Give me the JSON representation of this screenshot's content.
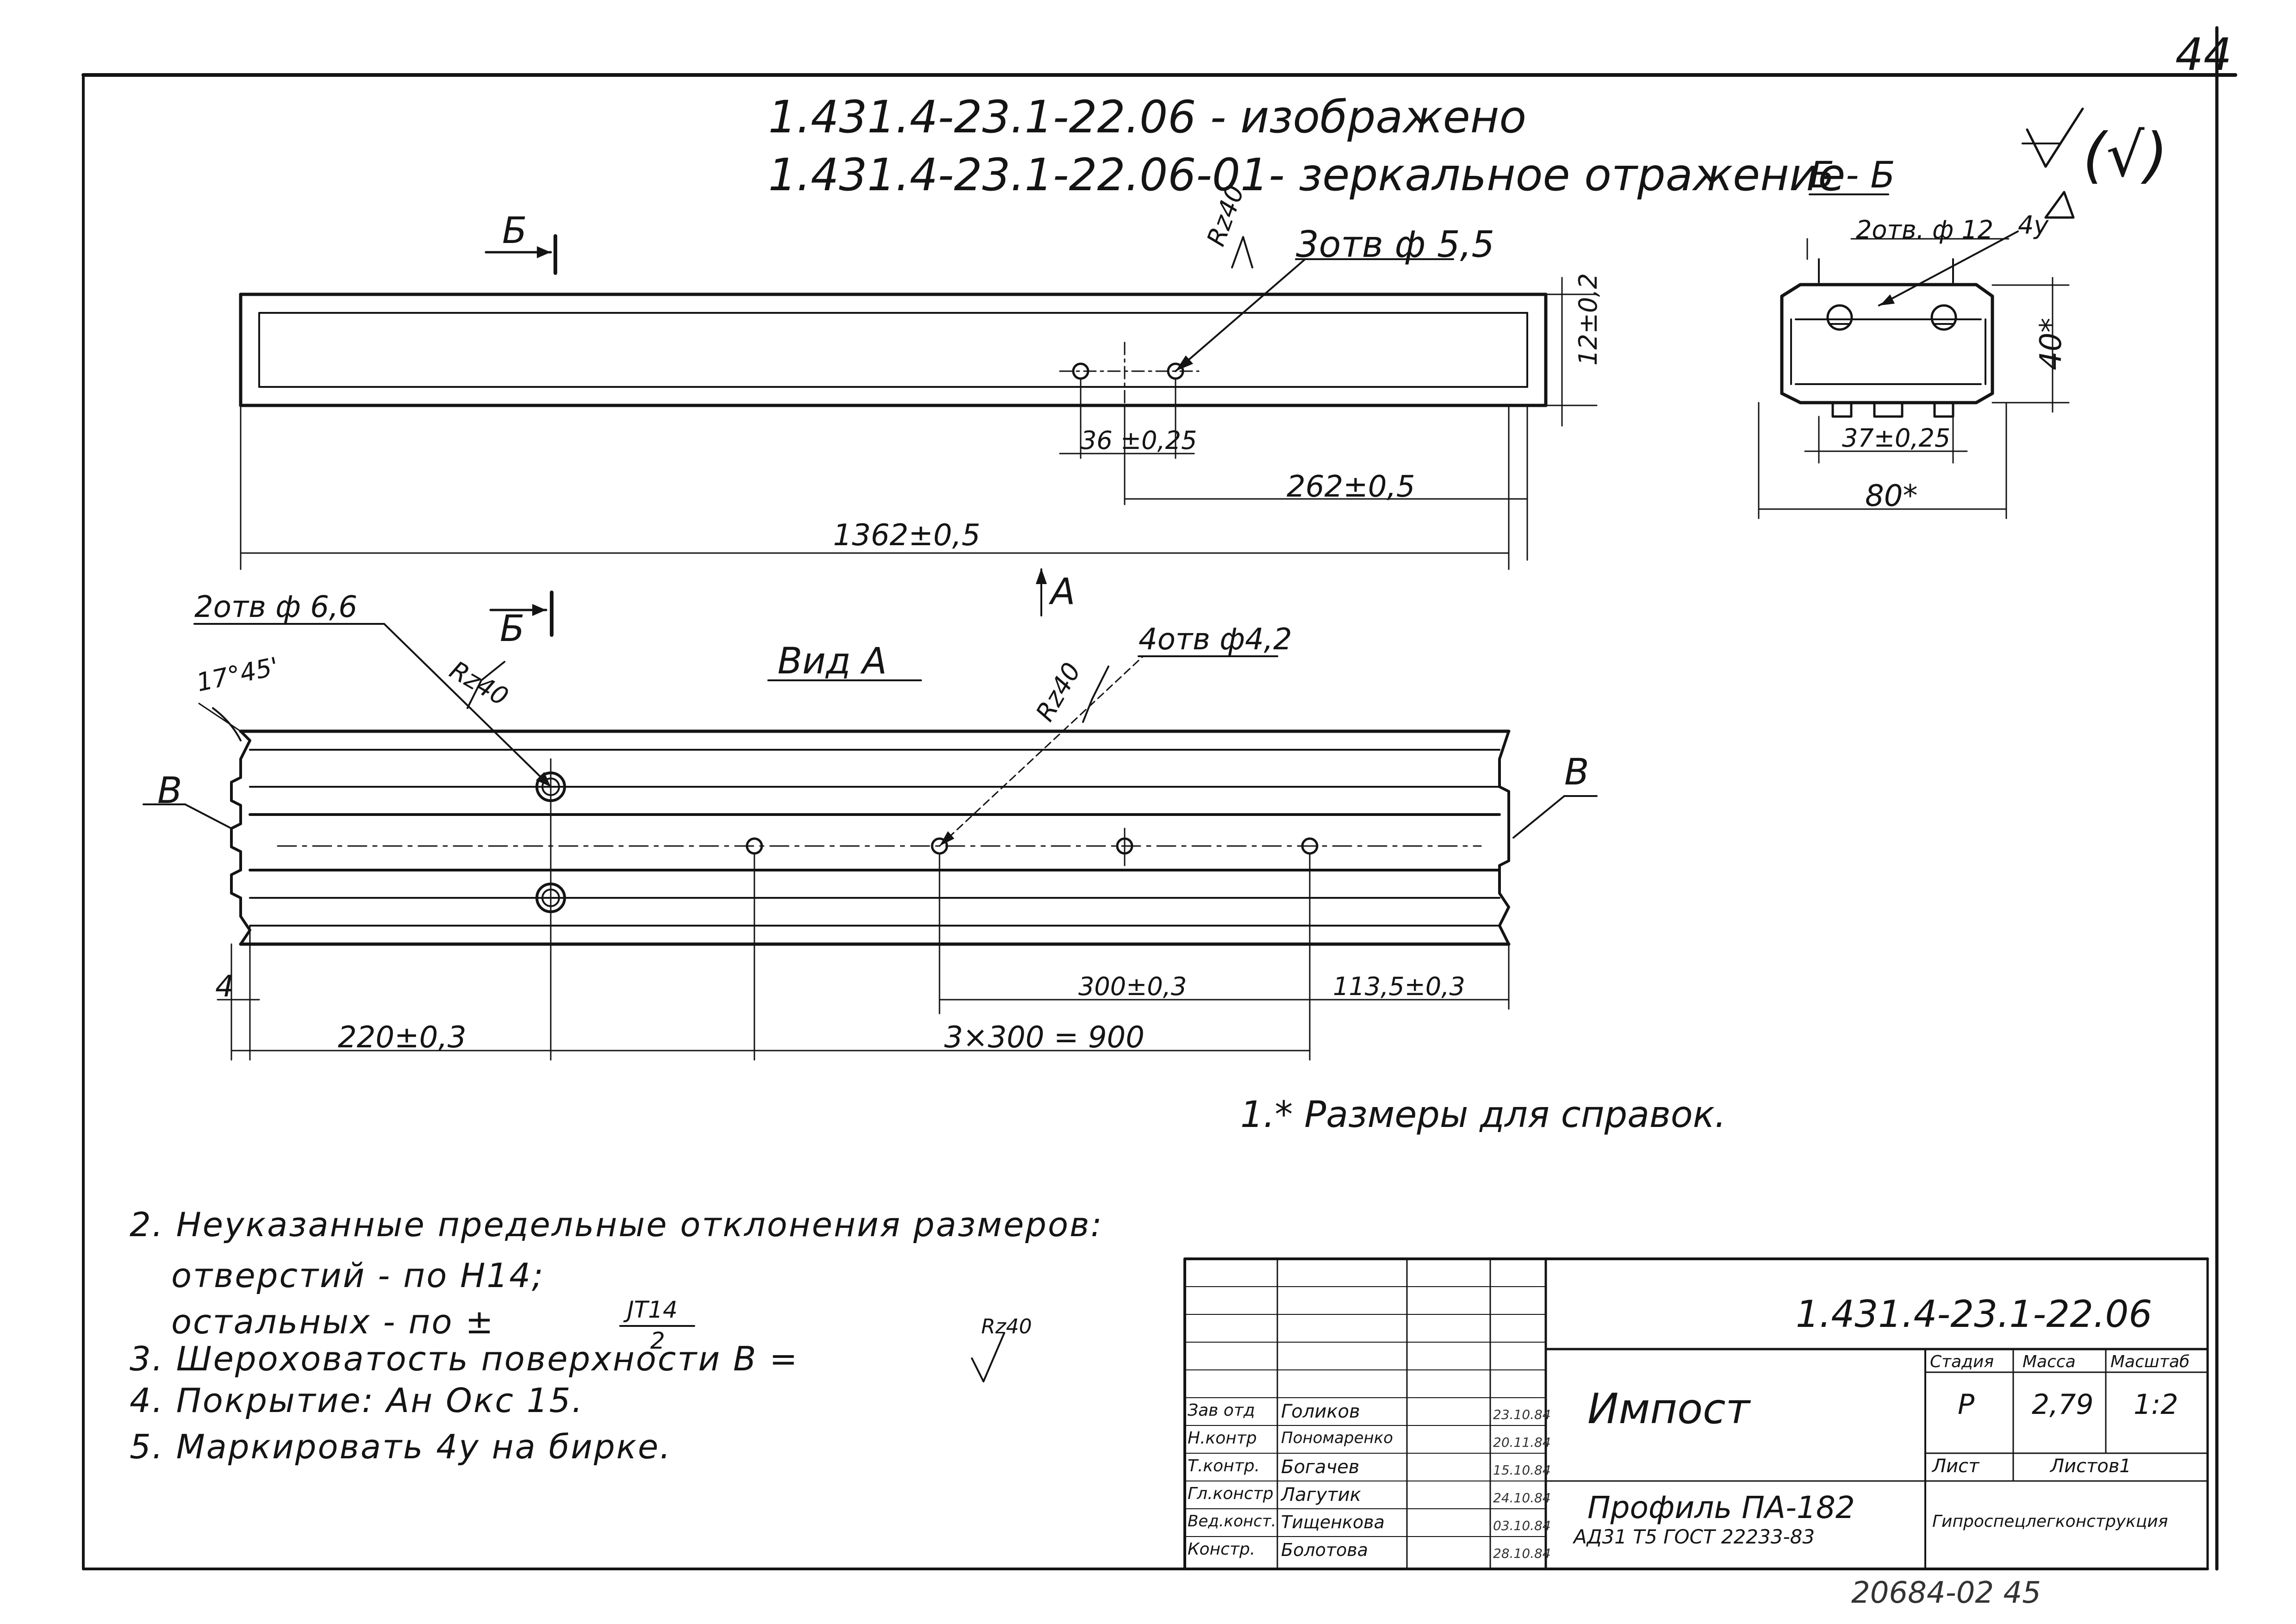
{
  "sheet": {
    "number": "44",
    "footer_code": "20684-02  45"
  },
  "header": {
    "line1": "1.431.4-23.1-22.06 - изображено",
    "line2": "1.431.4-23.1-22.06-01- зеркальное отражение"
  },
  "top_view": {
    "section_mark": "Б",
    "roughness": "Rz40",
    "holes": "3отв ф 5,5",
    "dim_height": "12±0,2",
    "dim_spacing": "36 ±0,25",
    "dim_end": "262±0,5",
    "dim_total": "1362±0,5",
    "view_arrow": "А"
  },
  "section_view": {
    "title": "Б - Б",
    "holes": "2отв. ф 12",
    "mark": "4у",
    "dim_height": "40*",
    "dim_inner": "37±0,25",
    "dim_width": "80*",
    "roughness_symbol": "(√)"
  },
  "view_a": {
    "title": "Вид А",
    "section_mark": "Б",
    "holes_large": "2отв ф 6,6",
    "holes_small": "4отв ф4,2",
    "angle": "17°45'",
    "roughness_left": "Rz40",
    "roughness_right": "Rz40",
    "edge_left": "В",
    "edge_right": "В",
    "dim_edge": "4",
    "dim_start": "220±0,3",
    "dim_pitch": "300±0,3",
    "dim_end": "113,5±0,3",
    "dim_series": "3×300 = 900"
  },
  "notes": {
    "n1": "1.* Размеры для справок.",
    "n2": "2. Неуказанные предельные отклонения размеров:",
    "n2a": "отверстий - по Н14;",
    "n2b_prefix": "остальных - по ±",
    "n2b_num": "JT14",
    "n2b_den": "2",
    "n3": "3. Шероховатость поверхности В =",
    "n3_symbol": "Rz40",
    "n4": "4. Покрытие: Ан Окс 15.",
    "n5": "5. Маркировать 4у на бирке."
  },
  "title_block": {
    "doc_code": "1.431.4-23.1-22.06",
    "name": "Импост",
    "profile": "Профиль ПА-182",
    "material": "АД31 Т5 ГОСТ 22233-83",
    "stage_label": "Стадия",
    "mass_label": "Масса",
    "scale_label": "Масштаб",
    "stage": "Р",
    "mass": "2,79",
    "scale": "1:2",
    "sheet_label": "Лист",
    "sheets_label": "Листов1",
    "organization": "Гипроспецлегконструкция",
    "roles": [
      {
        "role": "Зав отд",
        "name": "Голиков",
        "date": "23.10.84"
      },
      {
        "role": "Н.контр",
        "name": "Пономаренко",
        "date": "20.11.84"
      },
      {
        "role": "Т.контр.",
        "name": "Богачев",
        "date": "15.10.84"
      },
      {
        "role": "Гл.констр",
        "name": "Лагутик",
        "date": "24.10.84"
      },
      {
        "role": "Вед.конст.",
        "name": "Тищенкова",
        "date": "03.10.84"
      },
      {
        "role": "Констр.",
        "name": "Болотова",
        "date": "28.10.84"
      }
    ]
  }
}
